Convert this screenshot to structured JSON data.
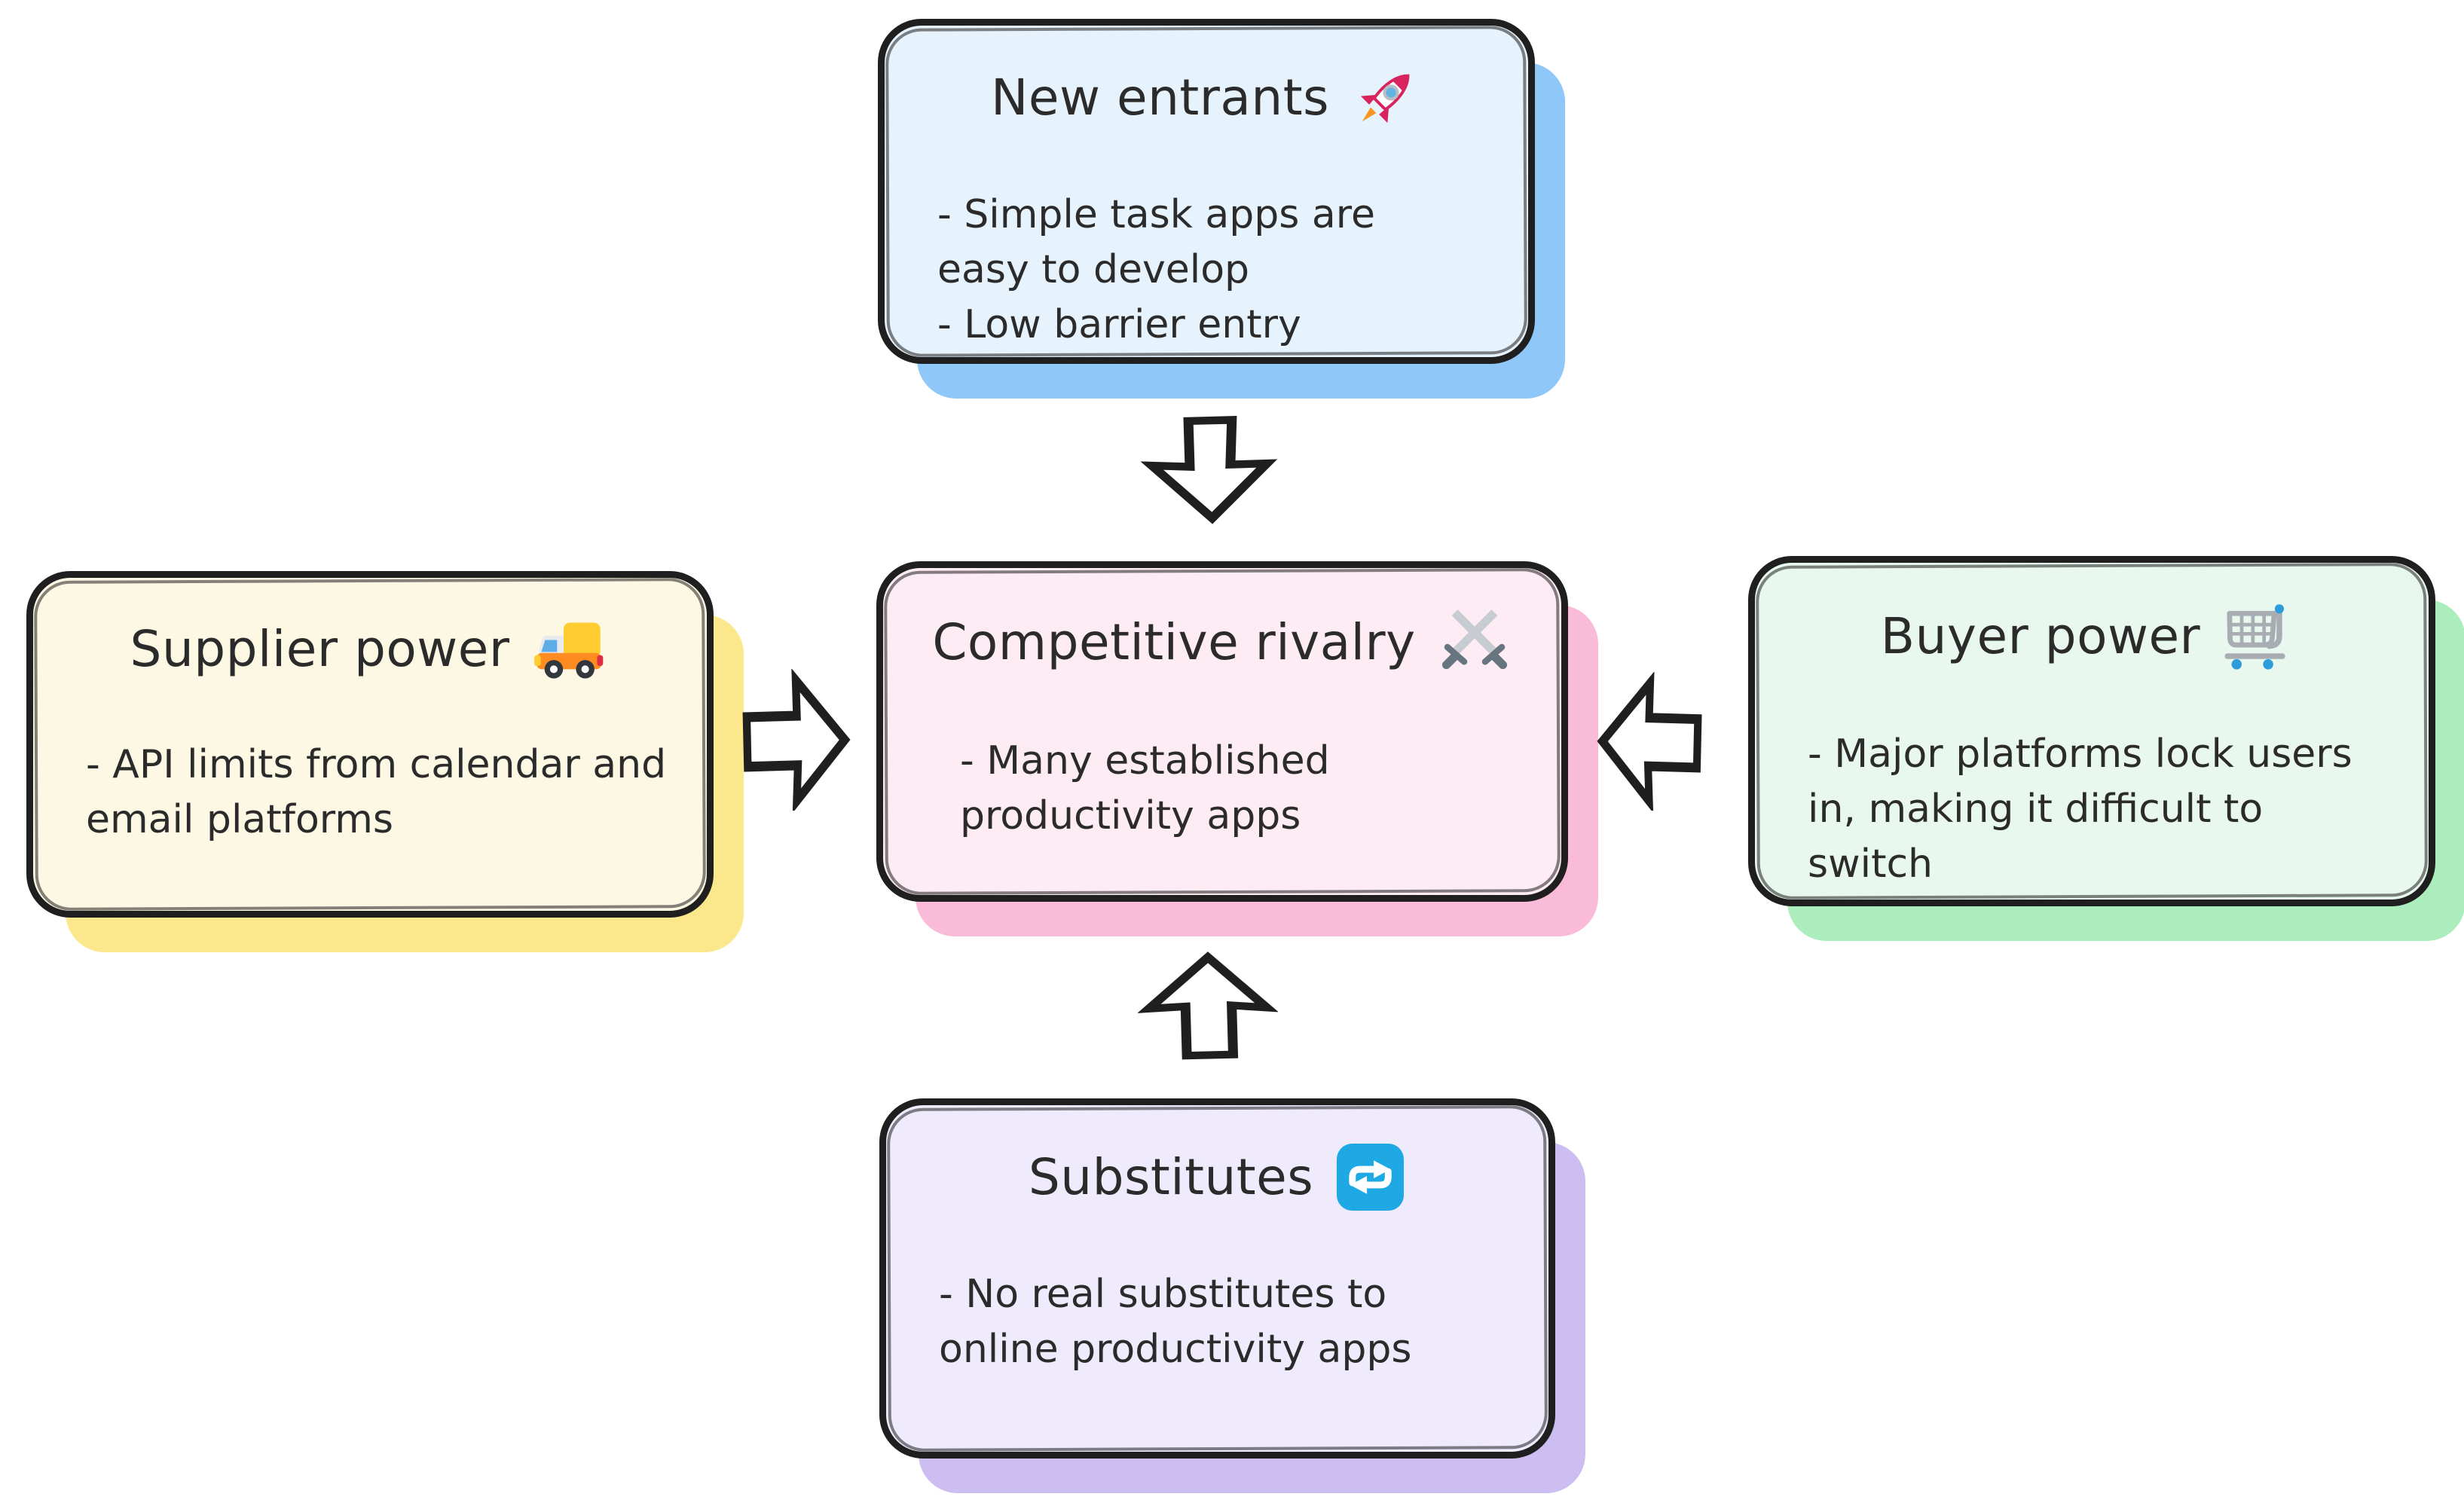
{
  "canvas": {
    "background": "#ffffff",
    "border_color": "#1f1f1f",
    "text_color": "#2b2b2b"
  },
  "cards": {
    "new_entrants": {
      "title": "New entrants",
      "icon": "rocket-icon",
      "bullets": [
        "- Simple task apps are easy to develop",
        "- Low barrier entry"
      ],
      "fill_color": "#e6f2fc",
      "shadow_color": "#8fc7f8"
    },
    "supplier_power": {
      "title": "Supplier power",
      "icon": "truck-icon",
      "bullets": [
        "- API limits from calendar and email platforms"
      ],
      "fill_color": "#fdf8e3",
      "shadow_color": "#fbe88c"
    },
    "competitive_rivalry": {
      "title": "Competitive rivalry",
      "icon": "crossed-swords-icon",
      "bullets": [
        "- Many established productivity apps"
      ],
      "fill_color": "#fdecf4",
      "shadow_color": "#f9bbd8"
    },
    "buyer_power": {
      "title": "Buyer power",
      "icon": "cart-icon",
      "bullets": [
        "- Major platforms lock users in, making it difficult to switch"
      ],
      "fill_color": "#e9f8ee",
      "shadow_color": "#abedbd"
    },
    "substitutes": {
      "title": "Substitutes",
      "icon": "repeat-icon",
      "bullets": [
        "- No real substitutes to online productivity apps"
      ],
      "fill_color": "#efebfc",
      "shadow_color": "#cdbef2"
    }
  },
  "arrows": {
    "top_to_center": "down",
    "left_to_center": "right",
    "right_to_center": "left",
    "bottom_to_center": "up"
  }
}
